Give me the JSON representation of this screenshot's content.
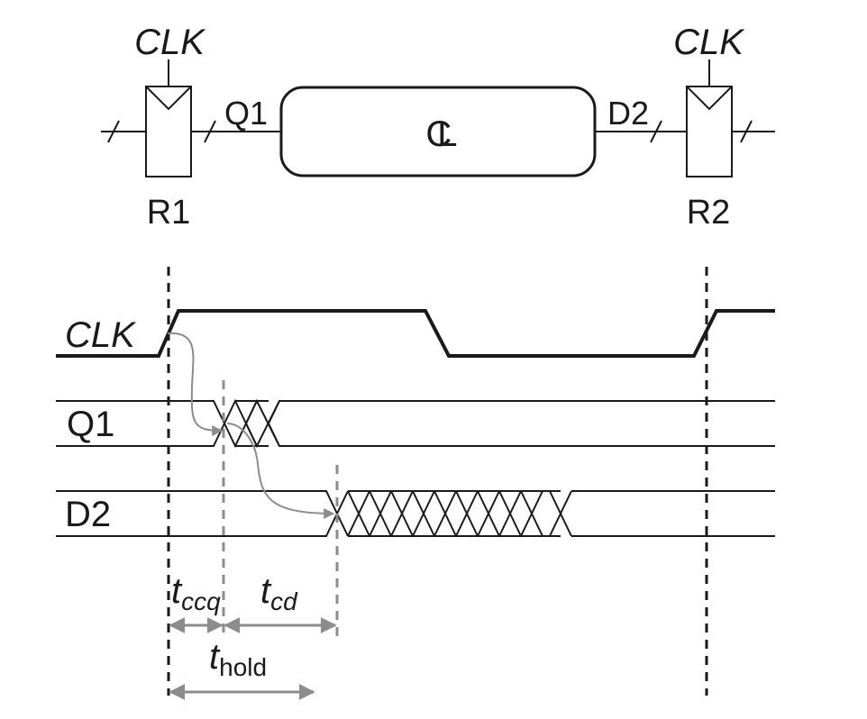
{
  "circuit": {
    "register_left": {
      "name": "R1",
      "clock": "CLK"
    },
    "register_right": {
      "name": "R2",
      "clock": "CLK"
    },
    "wire_out": "Q1",
    "wire_in": "D2",
    "logic_block": "CL"
  },
  "timing": {
    "signals": [
      "CLK",
      "Q1",
      "D2"
    ],
    "t_ccq": {
      "base": "t",
      "sub": "ccq"
    },
    "t_cd": {
      "base": "t",
      "sub": "cd"
    },
    "t_hold": {
      "base": "t",
      "sub": "hold"
    }
  },
  "colors": {
    "ink": "#1a1a1a",
    "annotation": "#8c8c8c"
  }
}
